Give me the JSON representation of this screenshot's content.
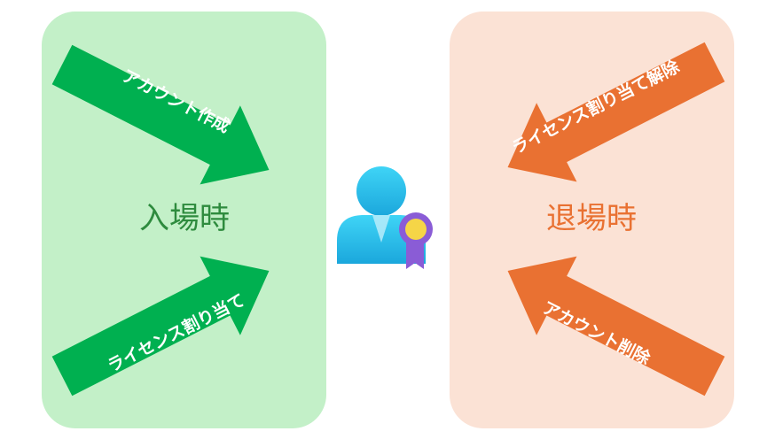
{
  "onboarding": {
    "title": "入場時",
    "panel_color": "#c3f0c8",
    "accent_color": "#00b050",
    "label_color": "#2e8b3e",
    "steps": {
      "create_account": "アカウント作成",
      "assign_license": "ライセンス割り当て"
    }
  },
  "offboarding": {
    "title": "退場時",
    "panel_color": "#fbe2d5",
    "accent_color": "#e97132",
    "label_color": "#e97132",
    "steps": {
      "unassign_license": "ライセンス割り当て解除",
      "delete_account": "アカウント削除"
    }
  },
  "center_icon": {
    "icon": "user-with-certificate-badge-icon",
    "person_color": "#32c8ee",
    "badge_color": "#f5d547",
    "ribbon_color": "#8a5cd6"
  }
}
